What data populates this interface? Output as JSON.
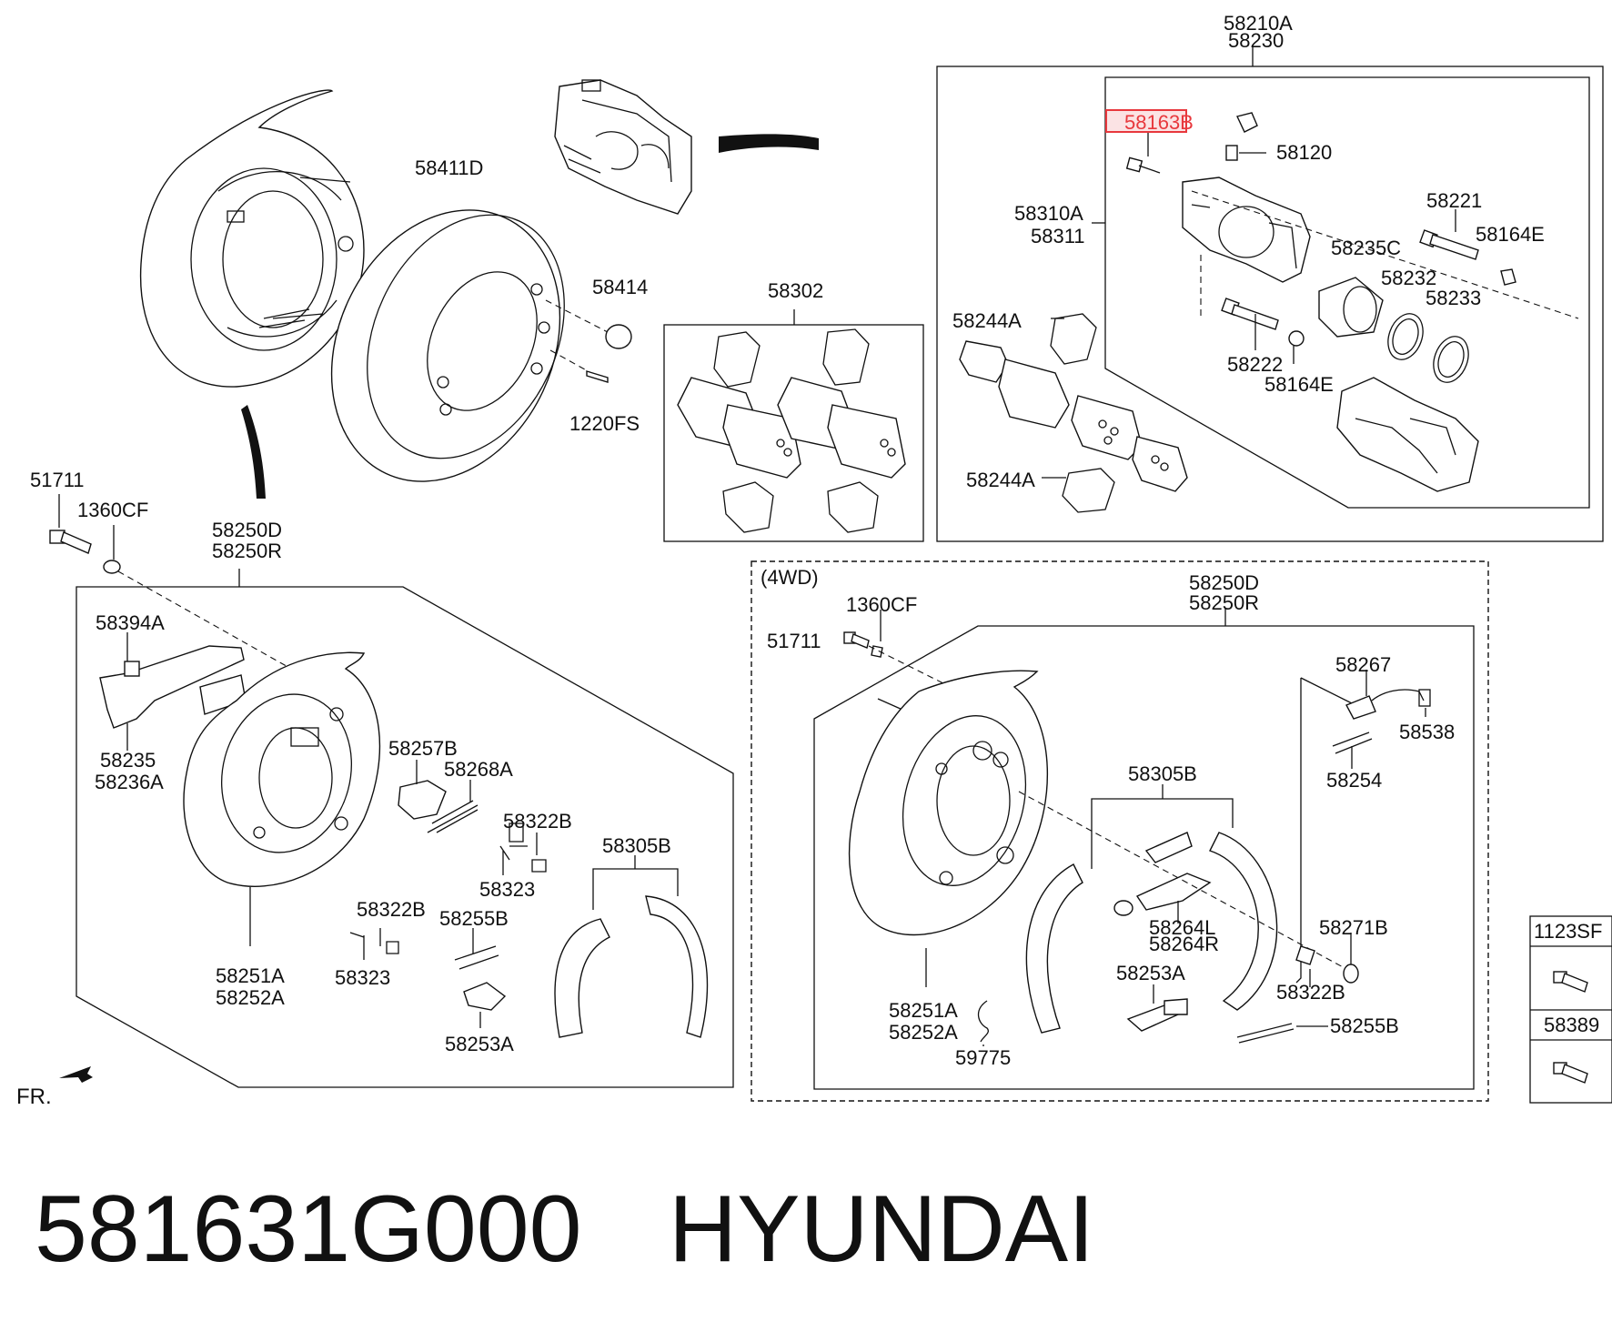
{
  "diagram": {
    "labels": {
      "l58210A": "58210A",
      "l58230": "58230",
      "l58163B": "58163B",
      "l58120": "58120",
      "l58310A": "58310A",
      "l58311": "58311",
      "l58221": "58221",
      "l58164E_a": "58164E",
      "l58235C": "58235C",
      "l58232": "58232",
      "l58233": "58233",
      "l58244A_a": "58244A",
      "l58222": "58222",
      "l58164E_b": "58164E",
      "l58244A_b": "58244A",
      "l58411D": "58411D",
      "l58414": "58414",
      "l1220FS": "1220FS",
      "l58302": "58302",
      "l51711_a": "51711",
      "l1360CF_a": "1360CF",
      "l58250D_a": "58250D",
      "l58250R_a": "58250R",
      "l58394A": "58394A",
      "l58235": "58235",
      "l58236A": "58236A",
      "l58257B": "58257B",
      "l58268A": "58268A",
      "l58322B_a": "58322B",
      "l58323_a": "58323",
      "l58305B_a": "58305B",
      "l58322B_b": "58322B",
      "l58255B_a": "58255B",
      "l58323_b": "58323",
      "l58251A_a": "58251A",
      "l58252A_a": "58252A",
      "l58253A_a": "58253A",
      "lFR": "FR.",
      "l4WD": "(4WD)",
      "l1360CF_b": "1360CF",
      "l58250D_b": "58250D",
      "l58250R_b": "58250R",
      "l51711_b": "51711",
      "l58267": "58267",
      "l58538": "58538",
      "l58254": "58254",
      "l58305B_b": "58305B",
      "l58264L": "58264L",
      "l58264R": "58264R",
      "l58271B": "58271B",
      "l58253A_b": "58253A",
      "l58322B_c": "58322B",
      "l58251A_b": "58251A",
      "l58252A_b": "58252A",
      "l59775": "59775",
      "l58255B_b": "58255B",
      "l1123SF": "1123SF",
      "l58389": "58389"
    },
    "highlight_color": "#e8383d",
    "highlight_fill": "#fbe3e4"
  },
  "caption": {
    "part_number": "581631G000",
    "brand": "HYUNDAI"
  }
}
